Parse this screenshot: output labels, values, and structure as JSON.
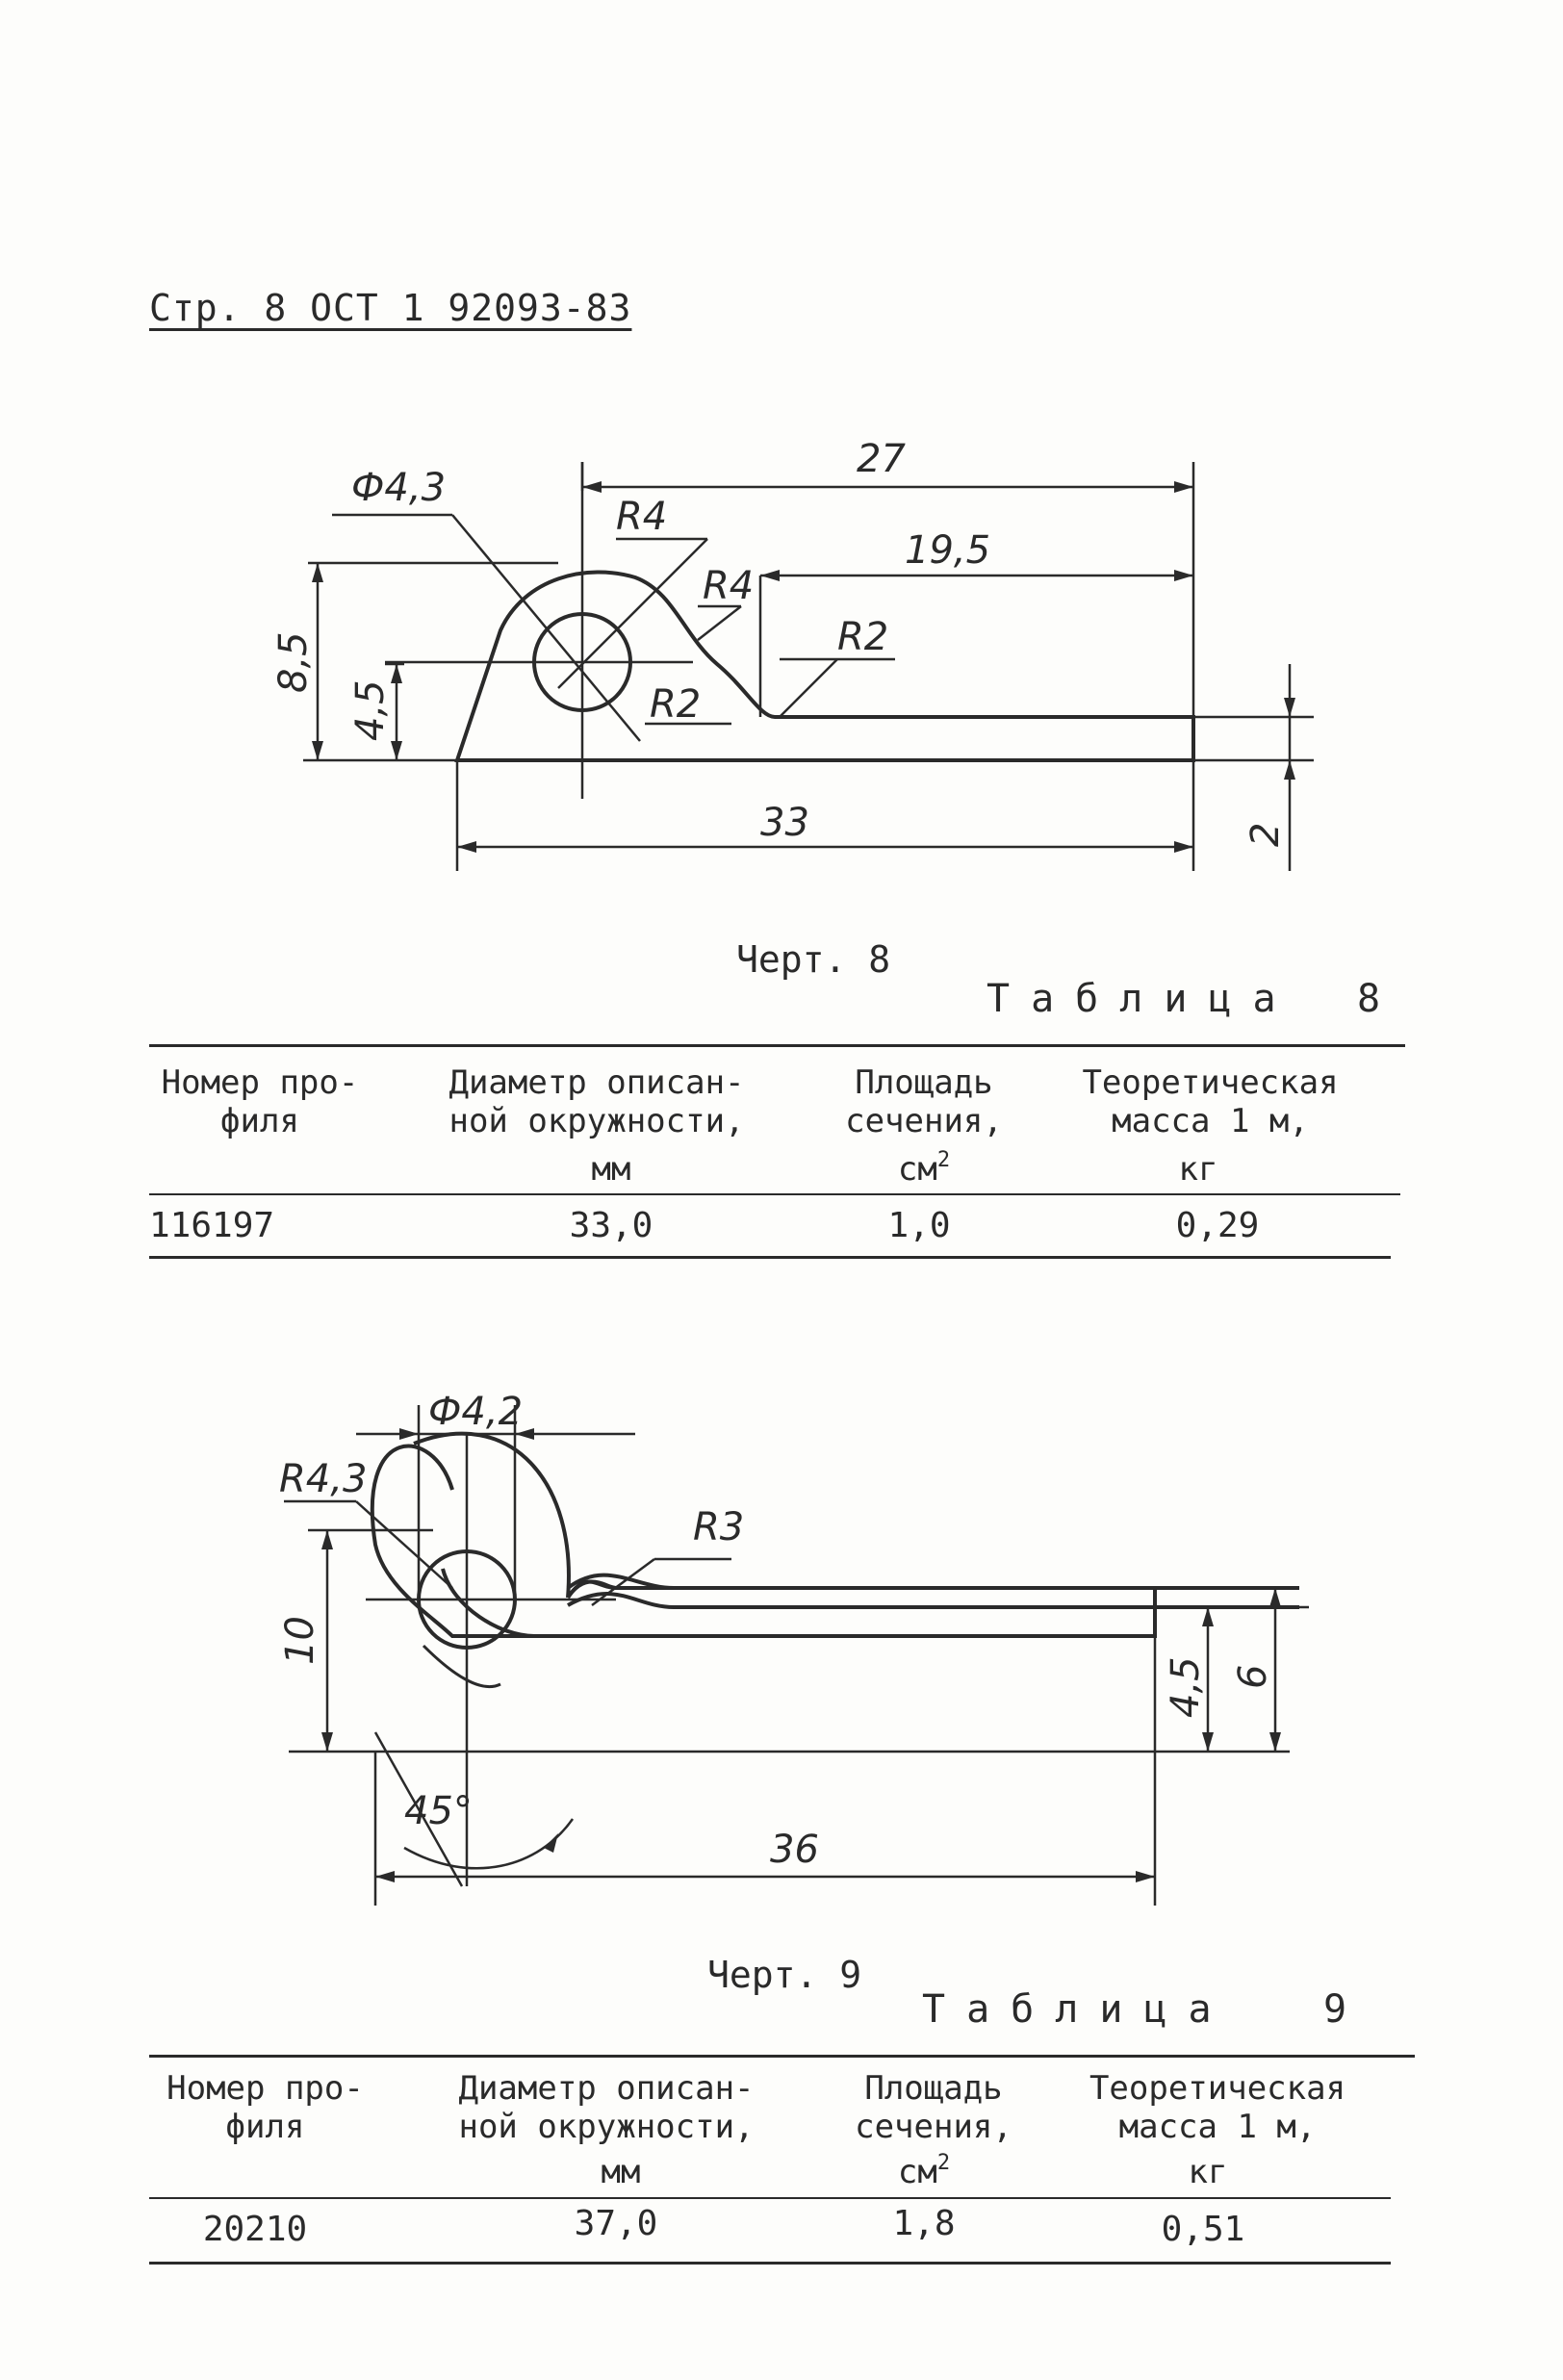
{
  "header": "Стр. 8 ОСТ 1 92093-83",
  "drawing1": {
    "dims": [
      "Ф4,3",
      "27",
      "R4",
      "R4",
      "19,5",
      "R2",
      "R2",
      "8,5",
      "4,5",
      "33",
      "2"
    ],
    "caption": "Черт. 8"
  },
  "table1": {
    "title": "Таблица",
    "number": "8",
    "headers": [
      "Номер про-\nфиля",
      "Диаметр описан-\nной окружности,",
      "Площадь\nсечения,",
      "Теоретическая\nмасса 1 м,"
    ],
    "units": [
      "мм",
      "см",
      "кг"
    ],
    "unit_sup": "2",
    "row": [
      "116197",
      "33,0",
      "1,0",
      "0,29"
    ]
  },
  "drawing2": {
    "dims": [
      "Ф4,2",
      "R4,3",
      "R3",
      "10",
      "4,5",
      "6",
      "45°",
      "36"
    ],
    "caption": "Черт. 9"
  },
  "table2": {
    "title": "Таблица",
    "number": "9",
    "headers": [
      "Номер про-\nфиля",
      "Диаметр описан-\nной окружности,",
      "Площадь\nсечения,",
      "Теоретическая\nмасса 1 м,"
    ],
    "units": [
      "мм",
      "см",
      "кг"
    ],
    "unit_sup": "2",
    "row": [
      "20210",
      "37,0",
      "1,8",
      "0,51"
    ]
  }
}
